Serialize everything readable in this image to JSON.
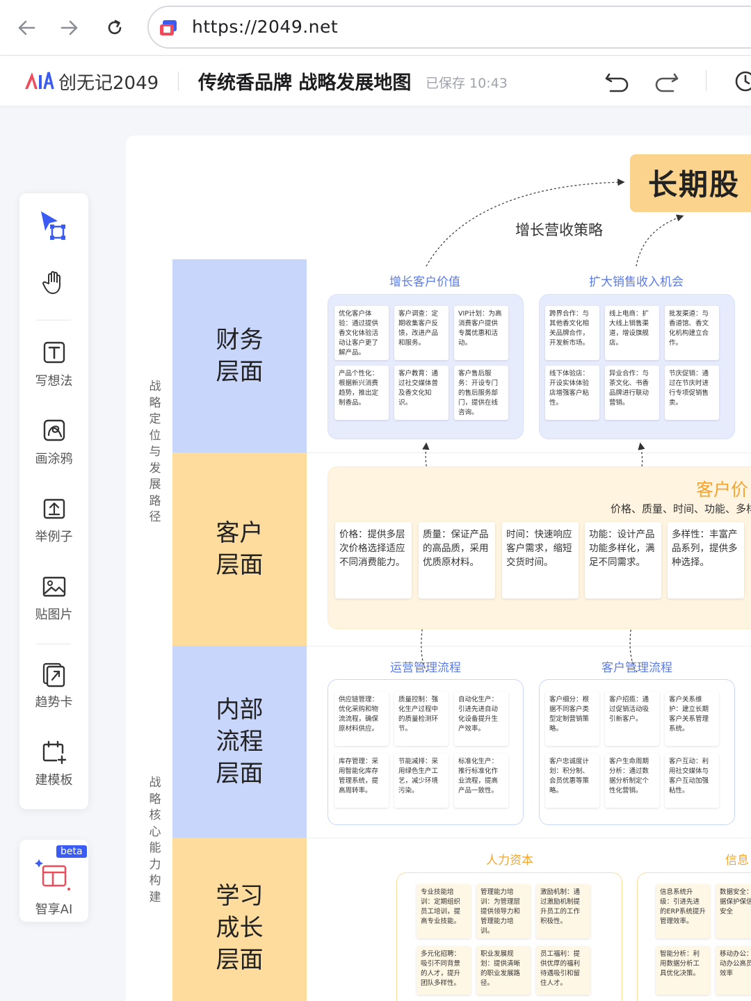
{
  "browser": {
    "url": "https://2049.net",
    "icons": [
      "back-arrow-icon",
      "forward-arrow-icon",
      "reload-icon",
      "site-favicon"
    ]
  },
  "header": {
    "brand": "创无记2049",
    "title": "传统香品牌 战略发展地图",
    "saved_status": "已保存 10:43",
    "icons": [
      "undo-icon",
      "redo-icon",
      "history-icon"
    ]
  },
  "toolbar": {
    "tools": [
      {
        "label": "",
        "icon": "select-pointer-icon"
      },
      {
        "label": "",
        "icon": "hand-pan-icon"
      },
      {
        "label": "写想法",
        "icon": "text-icon"
      },
      {
        "label": "画涂鸦",
        "icon": "draw-icon"
      },
      {
        "label": "举例子",
        "icon": "example-icon"
      },
      {
        "label": "贴图片",
        "icon": "image-icon"
      },
      {
        "label": "趋势卡",
        "icon": "trend-card-icon"
      },
      {
        "label": "建模板",
        "icon": "template-icon"
      }
    ],
    "ai": {
      "badge": "beta",
      "label": "智享AI",
      "icon": "ai-sparkle-icon"
    }
  },
  "map": {
    "vertical_labels": {
      "top": "战略定位与发展路径",
      "bottom": "战略核心能力构建"
    },
    "layers": [
      {
        "lines": [
          "财务",
          "层面"
        ],
        "color": "#c9d6fb"
      },
      {
        "lines": [
          "客户",
          "层面"
        ],
        "color": "#fddc9e"
      },
      {
        "lines": [
          "内部",
          "流程",
          "层面"
        ],
        "color": "#c9d6fb"
      },
      {
        "lines": [
          "学习",
          "成长",
          "层面"
        ],
        "color": "#fddc9e"
      }
    ],
    "goal": "长期股",
    "strategy_title": "增长营收策略",
    "finance": {
      "groups": [
        {
          "title": "增长客户价值",
          "notes": [
            "优化客户体验：通过提供香文化体验活动让客户更了解产品。",
            "客户调查：定期收集客户反馈，改进产品和服务。",
            "VIP计划：为高消费客户提供专属优惠和活动。",
            "产品个性化：根据新兴消费趋势，推出定制香品。",
            "客户教育：通过社交媒体普及香文化知识。",
            "客户售后服务：开设专门的售后服务部门，提供在线咨询。"
          ]
        },
        {
          "title": "扩大销售收入机会",
          "notes": [
            "跨界合作：与其他香文化相关品牌合作，开发新市场。",
            "线上电商：扩大线上销售渠道，增设旗舰店。",
            "批发渠道：与香道馆、香文化机构建立合作。",
            "线下体验店：开设实体体验店增强客户粘性。",
            "异业合作：与茶文化、书香品牌进行联动营销。",
            "节庆促销：通过在节庆时进行专项促销售卖。"
          ]
        }
      ]
    },
    "customer": {
      "title": "客户价",
      "subtitle": "价格、质量、时间、功能、多样",
      "notes": [
        "价格：提供多层次价格选择适应不同消费能力。",
        "质量：保证产品的高品质，采用优质原材料。",
        "时间：快速响应客户需求，缩短交货时间。",
        "功能：设计产品功能多样化，满足不同需求。",
        "多样性：丰富产品系列，提供多种选择。"
      ]
    },
    "internal": {
      "groups": [
        {
          "title": "运营管理流程",
          "notes": [
            "供应链管理：优化采购和物流流程，确保原材料供应。",
            "质量控制：强化生产过程中的质量检测环节。",
            "自动化生产：引进先进自动化设备提升生产效率。",
            "库存管理：采用智能化库存管理系统，提高周转率。",
            "节能减排：采用绿色生产工艺，减少环境污染。",
            "标准化生产：推行标准化作业流程，提高产品一致性。"
          ]
        },
        {
          "title": "客户管理流程",
          "notes": [
            "客户细分：根据不同客户类型定制营销策略。",
            "客户招揽：通过促销活动吸引新客户。",
            "客户关系维护：建立长期客户关系管理系统。",
            "客户忠诚度计划：积分制、会员优惠等策略。",
            "客户生命周期分析：通过数据分析制定个性化营销。",
            "客户互动：利用社交媒体与客户互动加强粘性。"
          ]
        }
      ]
    },
    "learning": {
      "groups": [
        {
          "title": "人力资本",
          "notes": [
            "专业技能培训：定期组织员工培训，提高专业技能。",
            "管理能力培训：为管理层提供领导力和管理能力培训。",
            "激励机制：通过激励机制提升员工的工作积极性。",
            "多元化招聘：吸引不同背景的人才，提升团队多样性。",
            "职业发展规划：提供清晰的职业发展路径。",
            "员工福利：提供优厚的福利待遇吸引和留住人才。"
          ]
        },
        {
          "title": "信息",
          "notes": [
            "信息系统升级：引进先进的ERP系统提升管理效率。",
            "数据安全：数据保护保信息安全",
            "智能分析：利用数据分析工具优化决策。",
            "移动办公：移动办公高员工效率"
          ]
        }
      ]
    }
  }
}
